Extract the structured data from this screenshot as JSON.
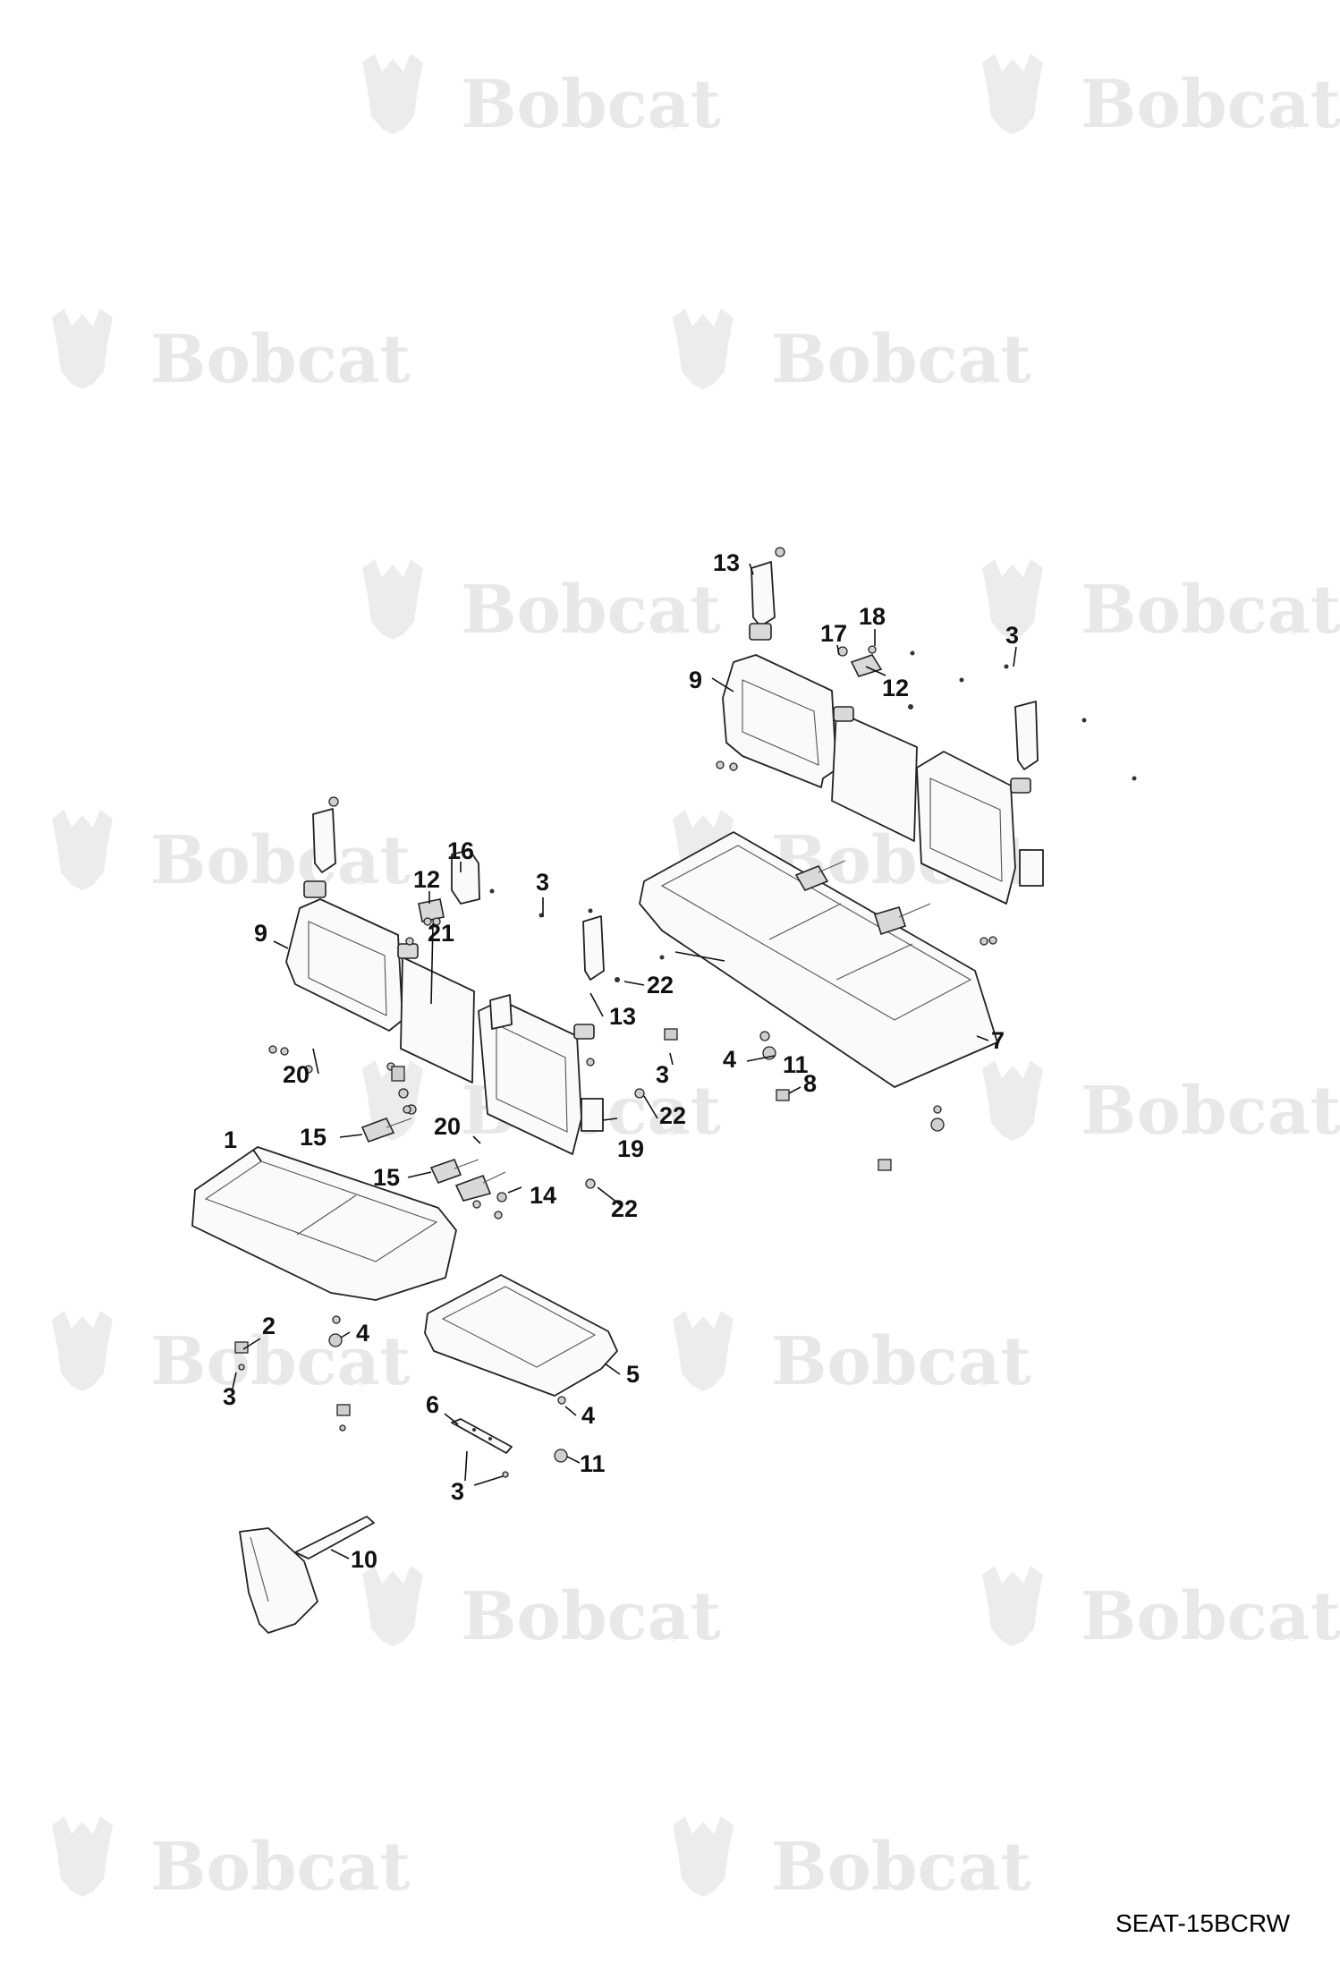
{
  "watermark": {
    "brand": "Bobcat",
    "mark": "®"
  },
  "diagram_code": "SEAT-15BCRW",
  "callouts": [
    {
      "id": "c13a",
      "label": "13"
    },
    {
      "id": "c17",
      "label": "17"
    },
    {
      "id": "c18",
      "label": "18"
    },
    {
      "id": "c3a",
      "label": "3"
    },
    {
      "id": "c9a",
      "label": "9"
    },
    {
      "id": "c12a",
      "label": "12"
    },
    {
      "id": "c12b",
      "label": "12"
    },
    {
      "id": "c16",
      "label": "16"
    },
    {
      "id": "c3b",
      "label": "3"
    },
    {
      "id": "c9b",
      "label": "9"
    },
    {
      "id": "c21",
      "label": "21"
    },
    {
      "id": "c22a",
      "label": "22"
    },
    {
      "id": "c4a",
      "label": "4"
    },
    {
      "id": "c11a",
      "label": "11"
    },
    {
      "id": "c7",
      "label": "7"
    },
    {
      "id": "c13b",
      "label": "13"
    },
    {
      "id": "c20a",
      "label": "20"
    },
    {
      "id": "c3c",
      "label": "3"
    },
    {
      "id": "c8",
      "label": "8"
    },
    {
      "id": "c22b",
      "label": "22"
    },
    {
      "id": "c1",
      "label": "1"
    },
    {
      "id": "c15a",
      "label": "15"
    },
    {
      "id": "c20b",
      "label": "20"
    },
    {
      "id": "c19",
      "label": "19"
    },
    {
      "id": "c15b",
      "label": "15"
    },
    {
      "id": "c14",
      "label": "14"
    },
    {
      "id": "c22c",
      "label": "22"
    },
    {
      "id": "c2",
      "label": "2"
    },
    {
      "id": "c4b",
      "label": "4"
    },
    {
      "id": "c3d",
      "label": "3"
    },
    {
      "id": "c5",
      "label": "5"
    },
    {
      "id": "c6",
      "label": "6"
    },
    {
      "id": "c4c",
      "label": "4"
    },
    {
      "id": "c11b",
      "label": "11"
    },
    {
      "id": "c3e",
      "label": "3"
    },
    {
      "id": "c10",
      "label": "10"
    }
  ]
}
